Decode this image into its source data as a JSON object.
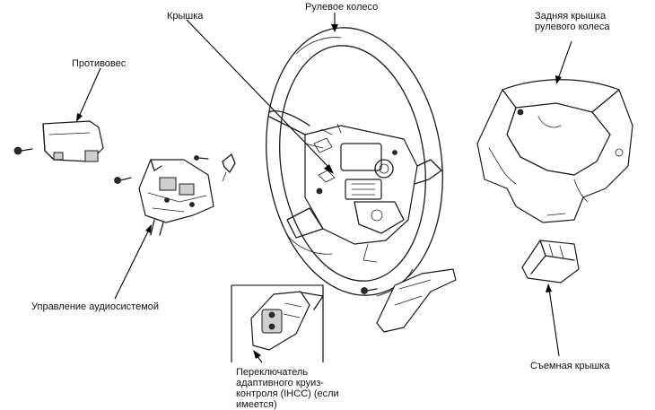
{
  "labels": {
    "cover": "Крышка",
    "steering_wheel": "Рулевое колесо",
    "rear_cover": "Задняя крышка рулевого колеса",
    "counterweight": "Противовес",
    "audio_control": "Управление аудиосистемой",
    "ihcc_switch": "Переключатель адаптивного круиз-контроля (IHCC) (если имеется)",
    "removable_cover": "Съемная крышка"
  }
}
